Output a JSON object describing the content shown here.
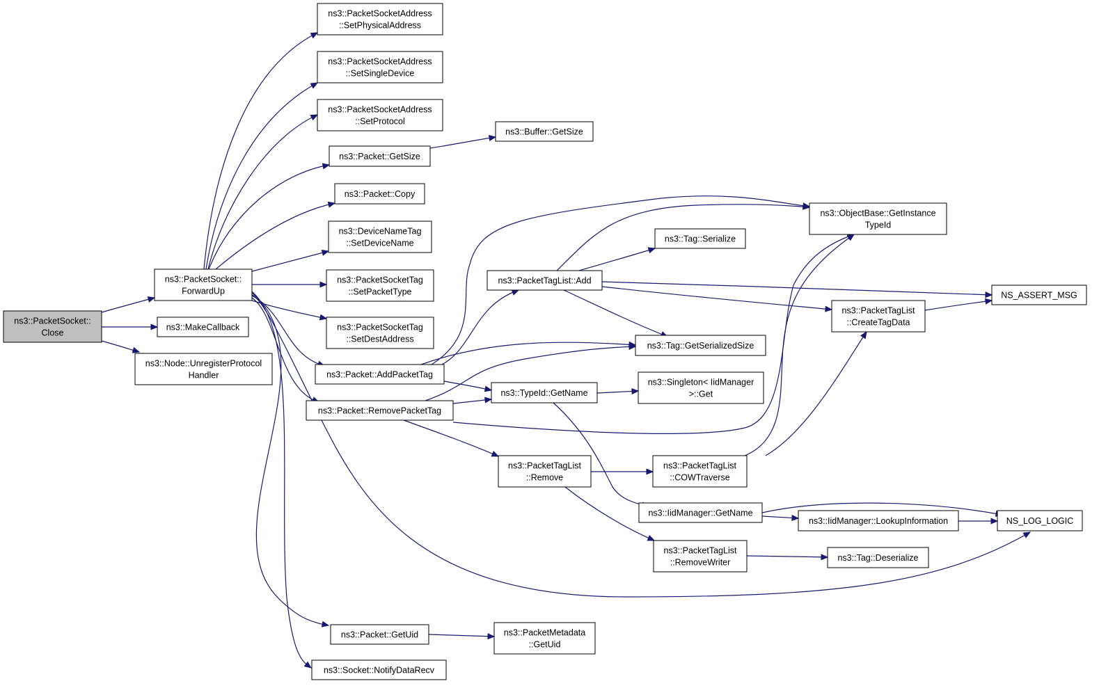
{
  "colors": {
    "edge": "#191970",
    "node_border": "#000000",
    "node_fill": "#ffffff",
    "root_fill": "#bfbfbf"
  },
  "nodes": {
    "close": {
      "lines": [
        "ns3::PacketSocket::",
        "Close"
      ]
    },
    "forwardup": {
      "lines": [
        "ns3::PacketSocket::",
        "ForwardUp"
      ]
    },
    "makecallback": {
      "lines": [
        "ns3::MakeCallback"
      ]
    },
    "unregister": {
      "lines": [
        "ns3::Node::UnregisterProtocol",
        "Handler"
      ]
    },
    "setphys": {
      "lines": [
        "ns3::PacketSocketAddress",
        "::SetPhysicalAddress"
      ]
    },
    "setsingle": {
      "lines": [
        "ns3::PacketSocketAddress",
        "::SetSingleDevice"
      ]
    },
    "setproto": {
      "lines": [
        "ns3::PacketSocketAddress",
        "::SetProtocol"
      ]
    },
    "pktgetsize": {
      "lines": [
        "ns3::Packet::GetSize"
      ]
    },
    "bufgetsize": {
      "lines": [
        "ns3::Buffer::GetSize"
      ]
    },
    "pktcopy": {
      "lines": [
        "ns3::Packet::Copy"
      ]
    },
    "setdevname": {
      "lines": [
        "ns3::DeviceNameTag",
        "::SetDeviceName"
      ]
    },
    "setpkttype": {
      "lines": [
        "ns3::PacketSocketTag",
        "::SetPacketType"
      ]
    },
    "setdestaddr": {
      "lines": [
        "ns3::PacketSocketTag",
        "::SetDestAddress"
      ]
    },
    "addpkttag": {
      "lines": [
        "ns3::Packet::AddPacketTag"
      ]
    },
    "rempkttag": {
      "lines": [
        "ns3::Packet::RemovePacketTag"
      ]
    },
    "getuid": {
      "lines": [
        "ns3::Packet::GetUid"
      ]
    },
    "notifydata": {
      "lines": [
        "ns3::Socket::NotifyDataRecv"
      ]
    },
    "ptladd": {
      "lines": [
        "ns3::PacketTagList::Add"
      ]
    },
    "typegetname": {
      "lines": [
        "ns3::TypeId::GetName"
      ]
    },
    "ptlremove": {
      "lines": [
        "ns3::PacketTagList",
        "::Remove"
      ]
    },
    "metauid": {
      "lines": [
        "ns3::PacketMetadata",
        "::GetUid"
      ]
    },
    "getinst": {
      "lines": [
        "ns3::ObjectBase::GetInstance",
        "TypeId"
      ]
    },
    "tagser": {
      "lines": [
        "ns3::Tag::Serialize"
      ]
    },
    "tagsersize": {
      "lines": [
        "ns3::Tag::GetSerializedSize"
      ]
    },
    "singleton": {
      "lines": [
        "ns3::Singleton< IidManager",
        ">::Get"
      ]
    },
    "cowtrav": {
      "lines": [
        "ns3::PacketTagList",
        "::COWTraverse"
      ]
    },
    "iidgetname": {
      "lines": [
        "ns3::IidManager::GetName"
      ]
    },
    "remwriter": {
      "lines": [
        "ns3::PacketTagList",
        "::RemoveWriter"
      ]
    },
    "createtag": {
      "lines": [
        "ns3::PacketTagList",
        "::CreateTagData"
      ]
    },
    "lookup": {
      "lines": [
        "ns3::IidManager::LookupInformation"
      ]
    },
    "tagdeser": {
      "lines": [
        "ns3::Tag::Deserialize"
      ]
    },
    "assertmsg": {
      "lines": [
        "NS_ASSERT_MSG"
      ]
    },
    "loglogic": {
      "lines": [
        "NS_LOG_LOGIC"
      ]
    }
  },
  "edges": [
    [
      "close",
      "forwardup"
    ],
    [
      "close",
      "makecallback"
    ],
    [
      "close",
      "unregister"
    ],
    [
      "forwardup",
      "setphys"
    ],
    [
      "forwardup",
      "setsingle"
    ],
    [
      "forwardup",
      "setproto"
    ],
    [
      "forwardup",
      "pktgetsize"
    ],
    [
      "forwardup",
      "pktcopy"
    ],
    [
      "forwardup",
      "setdevname"
    ],
    [
      "forwardup",
      "setpkttype"
    ],
    [
      "forwardup",
      "setdestaddr"
    ],
    [
      "forwardup",
      "addpkttag"
    ],
    [
      "forwardup",
      "rempkttag"
    ],
    [
      "forwardup",
      "loglogic"
    ],
    [
      "forwardup",
      "getuid"
    ],
    [
      "forwardup",
      "notifydata"
    ],
    [
      "pktgetsize",
      "bufgetsize"
    ],
    [
      "addpkttag",
      "getinst"
    ],
    [
      "addpkttag",
      "ptladd"
    ],
    [
      "addpkttag",
      "tagsersize"
    ],
    [
      "addpkttag",
      "typegetname"
    ],
    [
      "rempkttag",
      "tagsersize"
    ],
    [
      "rempkttag",
      "typegetname"
    ],
    [
      "rempkttag",
      "getinst"
    ],
    [
      "rempkttag",
      "ptlremove"
    ],
    [
      "ptladd",
      "getinst"
    ],
    [
      "ptladd",
      "tagser"
    ],
    [
      "ptladd",
      "assertmsg"
    ],
    [
      "ptladd",
      "createtag"
    ],
    [
      "ptladd",
      "tagsersize"
    ],
    [
      "typegetname",
      "singleton"
    ],
    [
      "typegetname",
      "iidgetname"
    ],
    [
      "ptlremove",
      "cowtrav"
    ],
    [
      "ptlremove",
      "remwriter"
    ],
    [
      "cowtrav",
      "getinst"
    ],
    [
      "cowtrav",
      "createtag"
    ],
    [
      "createtag",
      "assertmsg"
    ],
    [
      "iidgetname",
      "loglogic"
    ],
    [
      "iidgetname",
      "lookup"
    ],
    [
      "lookup",
      "loglogic"
    ],
    [
      "remwriter",
      "tagdeser"
    ],
    [
      "getuid",
      "metauid"
    ]
  ]
}
